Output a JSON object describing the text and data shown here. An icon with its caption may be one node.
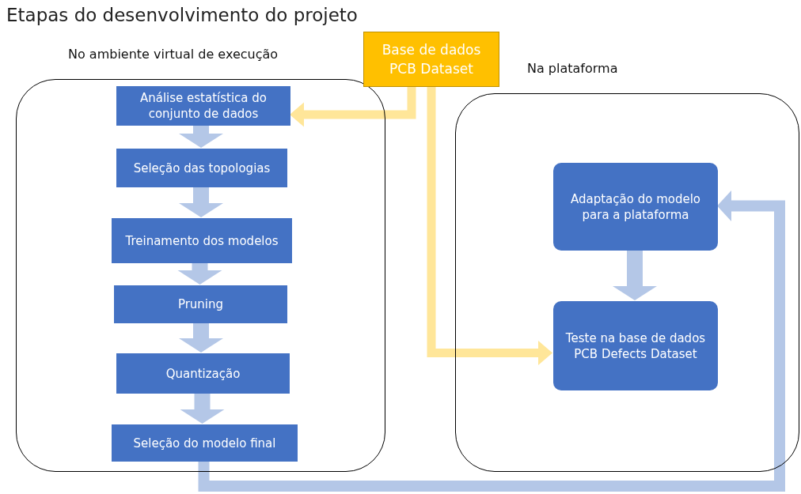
{
  "diagram": {
    "title": "Etapas do desenvolvimento do projeto",
    "nodes": [
      {
        "text": [
          "No ambiente virtual de execução"
        ]
      },
      {
        "text": [
          "Na plataforma"
        ]
      },
      {
        "text": [
          "Base de dados PCB Dataset"
        ]
      },
      {
        "text": [
          "Análise estatística do conjunto de dados"
        ],
        "in": 0
      },
      {
        "text": [
          "Seleção das topologias"
        ],
        "in": 0
      },
      {
        "text": [
          "Treinamento dos modelos"
        ],
        "in": 0
      },
      {
        "text": [
          "Pruning"
        ],
        "in": 0
      },
      {
        "text": [
          "Quantização"
        ],
        "in": 0
      },
      {
        "text": [
          "Seleção do modelo final"
        ],
        "in": 0
      },
      {
        "text": [
          "Adaptação do modelo para a plataforma"
        ],
        "in": 1
      },
      {
        "text": [
          "Teste na base de dados PCB Defects Dataset"
        ],
        "in": 1
      }
    ],
    "edges": [
      {
        "from": 2,
        "to": 3,
        "arrow": "to",
        "color": "#ffe699"
      },
      {
        "from": 2,
        "to": 10,
        "arrow": "to",
        "color": "#ffe699"
      },
      {
        "from": 3,
        "to": 4,
        "arrow": "to"
      },
      {
        "from": 4,
        "to": 5,
        "arrow": "to"
      },
      {
        "from": 5,
        "to": 6,
        "arrow": "to"
      },
      {
        "from": 6,
        "to": 7,
        "arrow": "to"
      },
      {
        "from": 7,
        "to": 8,
        "arrow": "to"
      },
      {
        "from": 8,
        "to": 9,
        "arrow": "to"
      },
      {
        "from": 9,
        "to": 10,
        "arrow": "to"
      }
    ]
  }
}
